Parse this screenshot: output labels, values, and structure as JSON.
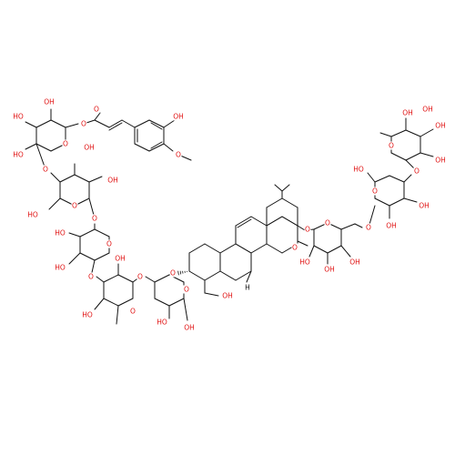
{
  "colors": {
    "bond": "#111111",
    "oxygen": "#e01010",
    "carbon_label": "#111111",
    "background": "#ffffff"
  },
  "labels": {
    "o": "O",
    "oh": "OH",
    "ho": "HO",
    "h": "H",
    "och3_o": "O"
  }
}
